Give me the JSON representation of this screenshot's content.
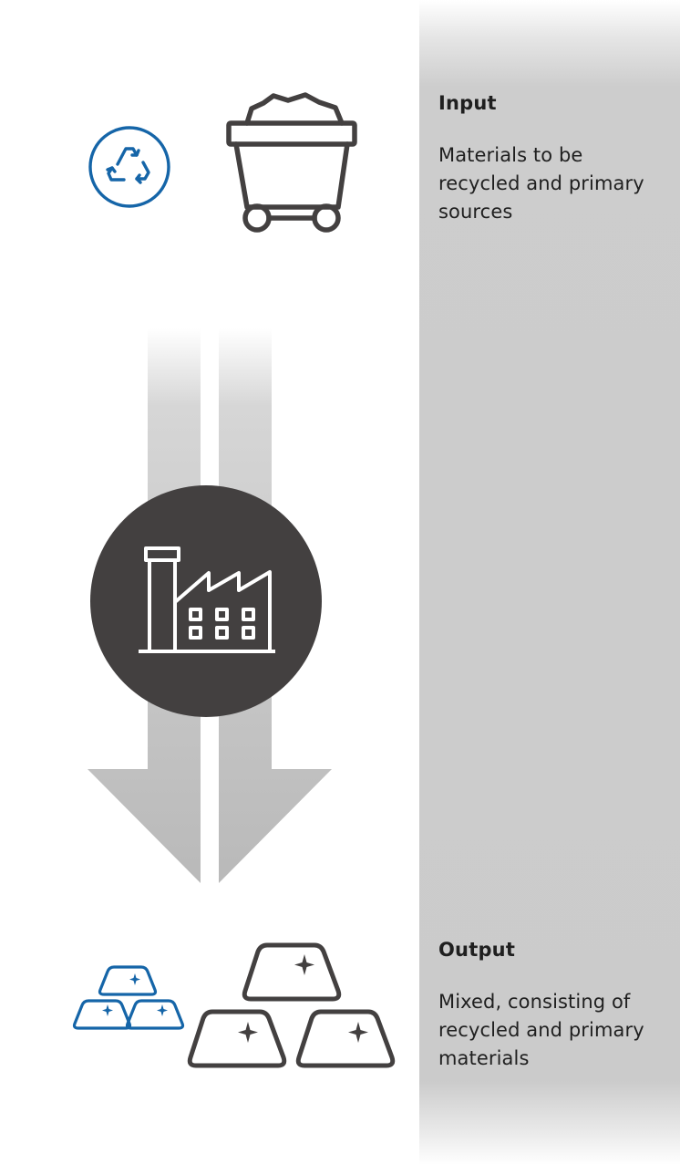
{
  "input": {
    "heading": "Input",
    "description": "Materials to be recycled and primary sources"
  },
  "output": {
    "heading": "Output",
    "description": "Mixed, consisting of recycled and primary materials"
  },
  "icons": {
    "recycle": "recycle-icon",
    "mine_cart": "mine-cart-icon",
    "factory": "factory-icon",
    "small_bars": "small-metal-bars-icon",
    "large_bars": "large-metal-bars-icon",
    "flow_arrow": "down-arrow-icon"
  },
  "colors": {
    "accent_blue": "#1565a8",
    "icon_dark": "#434040",
    "arrow_gray": "#c0c0c0",
    "panel_gray": "#cbcbcb"
  }
}
